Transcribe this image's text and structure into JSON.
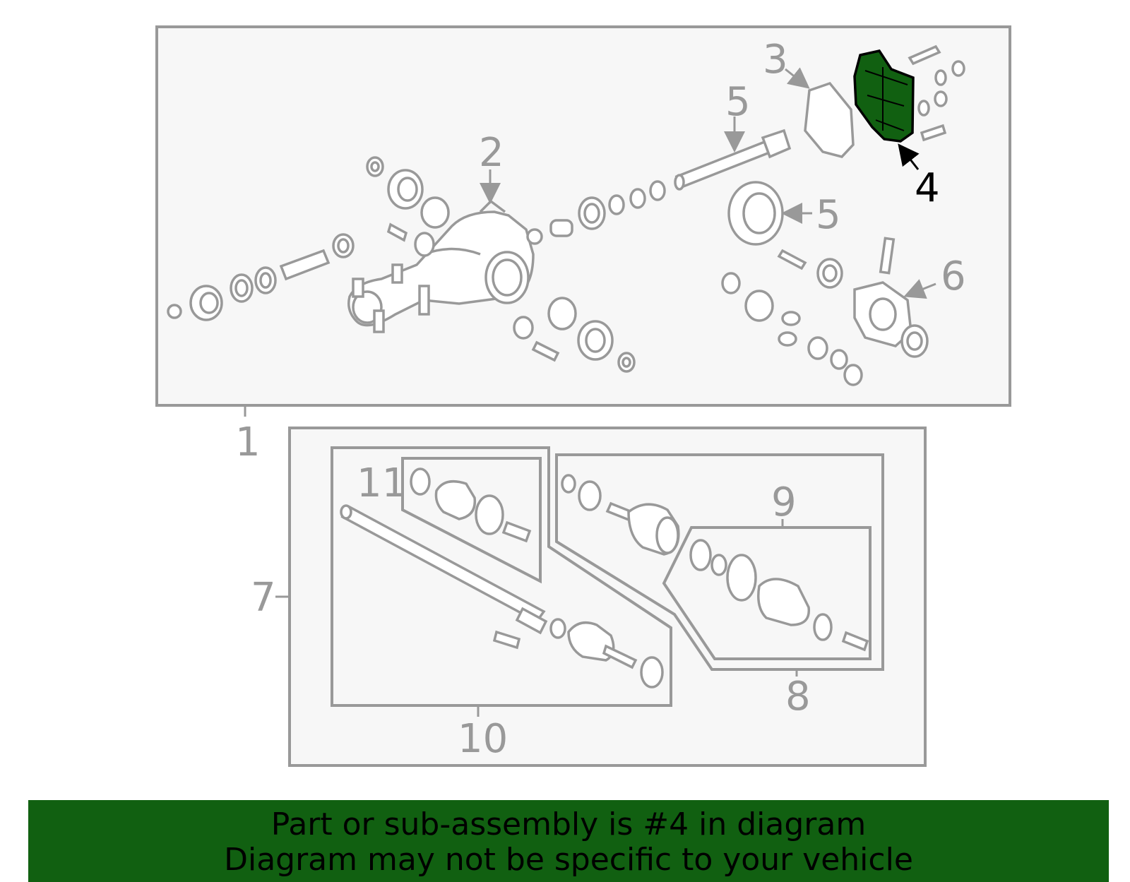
{
  "diagram": {
    "highlight_color": "#116011",
    "outline_color": "#999999",
    "callouts": {
      "c1": "1",
      "c2": "2",
      "c3": "3",
      "c4": "4",
      "c5a": "5",
      "c5b": "5",
      "c6": "6",
      "c7": "7",
      "c8": "8",
      "c9": "9",
      "c10": "10",
      "c11": "11"
    },
    "highlighted_part": "4"
  },
  "banner": {
    "line1": "Part or sub-assembly is #4 in diagram",
    "line2": "Diagram may not be specific to your vehicle",
    "background": "#116011"
  }
}
